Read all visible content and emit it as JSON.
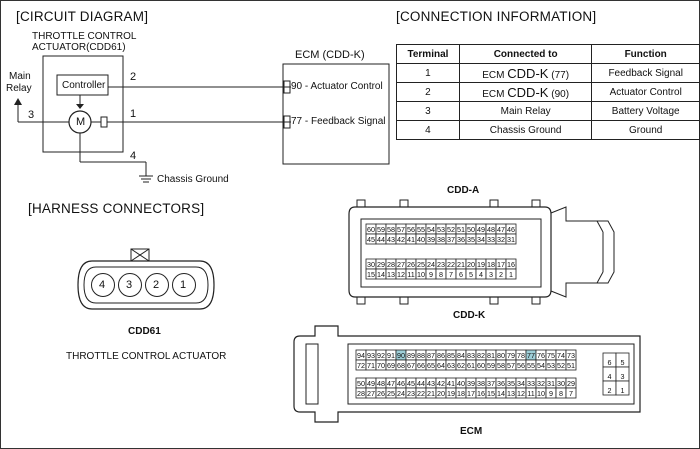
{
  "circuit": {
    "section_title": "[CIRCUIT DIAGRAM]",
    "component_line1": "THROTTLE CONTROL",
    "component_line2": "ACTUATOR(CDD61)",
    "controller_label": "Controller",
    "motor_label": "M",
    "main_relay_line1": "Main",
    "main_relay_line2": "Relay",
    "pins": [
      "2",
      "1",
      "3",
      "4"
    ],
    "ecm_title": "ECM (CDD-K)",
    "ecm_pin_90": "90 - Actuator Control",
    "ecm_pin_77": "77 - Feedback Signal",
    "chassis_ground": "Chassis Ground"
  },
  "connection": {
    "section_title": "[CONNECTION INFORMATION]",
    "headers": [
      "Terminal",
      "Connected to",
      "Function"
    ],
    "rows": [
      {
        "terminal": "1",
        "prefix": "ECM",
        "big": "CDD-K",
        "suffix": "(77)",
        "function": "Feedback Signal"
      },
      {
        "terminal": "2",
        "prefix": "ECM",
        "big": "CDD-K",
        "suffix": "(90)",
        "function": "Actuator Control"
      },
      {
        "terminal": "3",
        "prefix": "Main Relay",
        "big": "",
        "suffix": "",
        "function": "Battery Voltage"
      },
      {
        "terminal": "4",
        "prefix": "Chassis Ground",
        "big": "",
        "suffix": "",
        "function": "Ground"
      }
    ]
  },
  "harness": {
    "section_title": "[HARNESS CONNECTORS]",
    "cdd61_pins": [
      "4",
      "3",
      "2",
      "1"
    ],
    "cdd61_label": "CDD61",
    "cdd61_desc": "THROTTLE CONTROL ACTUATOR",
    "cdda_label": "CDD-A",
    "cddk_label": "CDD-K",
    "ecm_label": "ECM",
    "cdda_row1": [
      "60",
      "59",
      "58",
      "57",
      "56",
      "55",
      "54",
      "53",
      "52",
      "51",
      "50",
      "49",
      "48",
      "47",
      "46"
    ],
    "cdda_row2": [
      "45",
      "44",
      "43",
      "42",
      "41",
      "40",
      "39",
      "38",
      "37",
      "36",
      "35",
      "34",
      "33",
      "32",
      "31"
    ],
    "cdda_row3": [
      "30",
      "29",
      "28",
      "27",
      "26",
      "25",
      "24",
      "23",
      "22",
      "21",
      "20",
      "19",
      "18",
      "17",
      "16"
    ],
    "cdda_row4": [
      "15",
      "14",
      "13",
      "12",
      "11",
      "10",
      "9",
      "8",
      "7",
      "6",
      "5",
      "4",
      "3",
      "2",
      "1"
    ],
    "ecm_row1": [
      "94",
      "93",
      "92",
      "91",
      "90",
      "89",
      "88",
      "87",
      "86",
      "85",
      "84",
      "83",
      "82",
      "81",
      "80",
      "79",
      "78",
      "77",
      "76",
      "75",
      "74",
      "73"
    ],
    "ecm_row2": [
      "72",
      "71",
      "70",
      "69",
      "68",
      "67",
      "66",
      "65",
      "64",
      "63",
      "62",
      "61",
      "60",
      "59",
      "58",
      "57",
      "56",
      "55",
      "54",
      "53",
      "52",
      "51"
    ],
    "ecm_row3": [
      "50",
      "49",
      "48",
      "47",
      "46",
      "45",
      "44",
      "43",
      "42",
      "41",
      "40",
      "39",
      "38",
      "37",
      "36",
      "35",
      "34",
      "33",
      "32",
      "31",
      "30",
      "29"
    ],
    "ecm_row4": [
      "28",
      "27",
      "26",
      "25",
      "24",
      "23",
      "22",
      "21",
      "20",
      "19",
      "18",
      "17",
      "16",
      "15",
      "14",
      "13",
      "12",
      "11",
      "10",
      "9",
      "8",
      "7"
    ],
    "ecm_small": [
      "6",
      "5",
      "4",
      "3",
      "2",
      "1"
    ],
    "highlight_pins": [
      "90",
      "77"
    ],
    "highlight_color": "#9ecfd8"
  }
}
